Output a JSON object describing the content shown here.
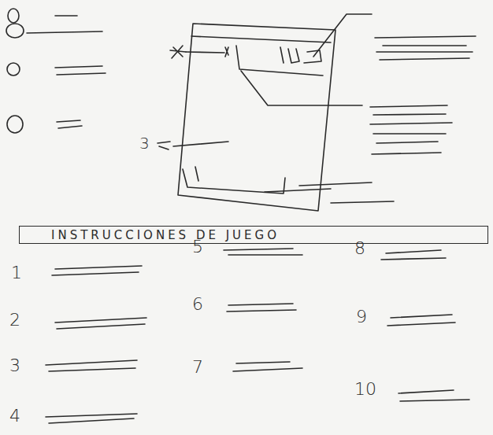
{
  "diagram": {
    "nodes": [
      {
        "text": [
          "INSTRUCCIONES DE JUEGO"
        ]
      }
    ],
    "labels": [
      "3",
      "1",
      "2",
      "3",
      "4",
      "5",
      "6",
      "7",
      "8",
      "9",
      "10"
    ]
  }
}
